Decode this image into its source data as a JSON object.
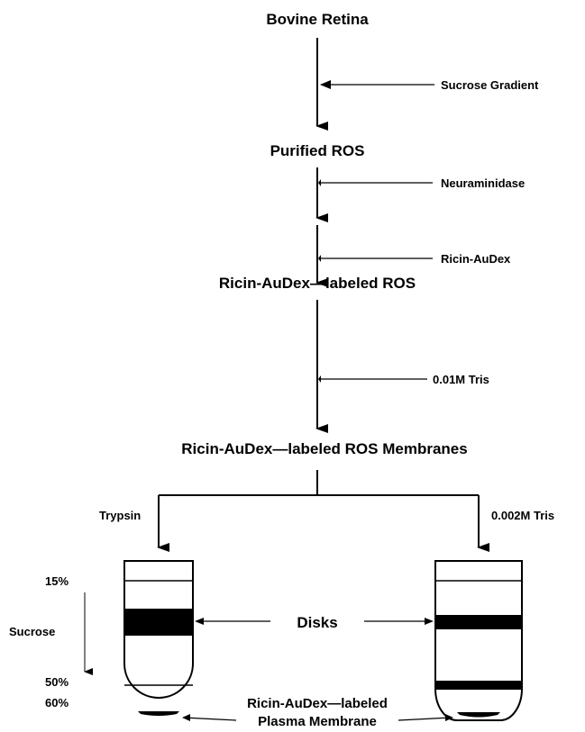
{
  "steps": {
    "source": "Bovine Retina",
    "purified": "Purified ROS",
    "labeled": "Ricin-AuDex—labeled ROS",
    "membranes": "Ricin-AuDex—labeled ROS Membranes"
  },
  "treatments": {
    "sucrose_gradient": "Sucrose Gradient",
    "neuraminidase": "Neuraminidase",
    "ricin_audex": "Ricin-AuDex",
    "tris_low": "0.01M Tris"
  },
  "branches": {
    "left": "Trypsin",
    "right": "0.002M Tris"
  },
  "gradient": {
    "top_percent": "15%",
    "axis_label": "Sucrose",
    "mid_percent": "50%",
    "bottom_percent": "60%"
  },
  "bands": {
    "disks": "Disks",
    "plasma_line1": "Ricin-AuDex—labeled",
    "plasma_line2": "Plasma Membrane"
  }
}
